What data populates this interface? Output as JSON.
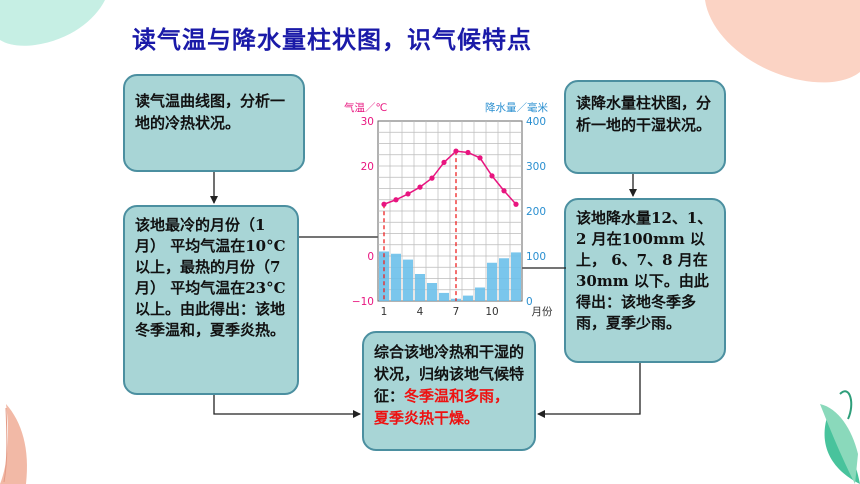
{
  "title": "读气温与降水量柱状图，识气候特点",
  "boxes": {
    "temp_curve": "读气温曲线图，分析一地的冷热状况。",
    "temp_result": "该地最冷的月份（1月） 平均气温在10°C以上，最热的月份（7 月） 平均气温在23°C以上。由此得出：该地冬季温和，夏季炎热。",
    "precip_bars": "读降水量柱状图，分析一地的干湿状况。",
    "precip_result": "该地降水量12、1、2 月在100mm 以上， 6、7、8 月在30mm 以下。由此得出：该地冬季多雨，夏季少雨。",
    "summary_prefix": "综合该地冷热和干湿的状况，归纳该地气候特征：",
    "summary_highlight": "冬季温和多雨，夏季炎热干燥。"
  },
  "colors": {
    "title": "#1a1aa8",
    "box_fill": "#a8d5d6",
    "box_border": "#4b8fa0",
    "highlight": "#ee1111",
    "temperature": "#e8157f",
    "precipitation": "#6cc0ea",
    "precip_axis": "#2a8fd0"
  },
  "chart_data": {
    "type": "bar+line",
    "months": [
      1,
      2,
      3,
      4,
      5,
      6,
      7,
      8,
      9,
      10,
      11,
      12
    ],
    "x_ticks": [
      "1",
      "4",
      "7",
      "10"
    ],
    "x_unit": "月份",
    "temperature": {
      "label": "气温／℃",
      "values": [
        11.5,
        12.5,
        13.8,
        15.3,
        17.3,
        20.8,
        23.3,
        23.0,
        21.8,
        17.8,
        14.5,
        11.5
      ],
      "ylim": [
        -10,
        30
      ],
      "ticks": [
        "30",
        "20",
        "0",
        "−10"
      ],
      "tick_values": [
        30,
        20,
        0,
        -10
      ]
    },
    "precipitation": {
      "label": "降水量／毫米",
      "values": [
        110,
        105,
        92,
        60,
        40,
        18,
        5,
        12,
        30,
        85,
        95,
        108
      ],
      "ylim": [
        0,
        400
      ],
      "ticks": [
        "400",
        "300",
        "200",
        "100",
        "0"
      ],
      "tick_values": [
        400,
        300,
        200,
        100,
        0
      ]
    }
  }
}
